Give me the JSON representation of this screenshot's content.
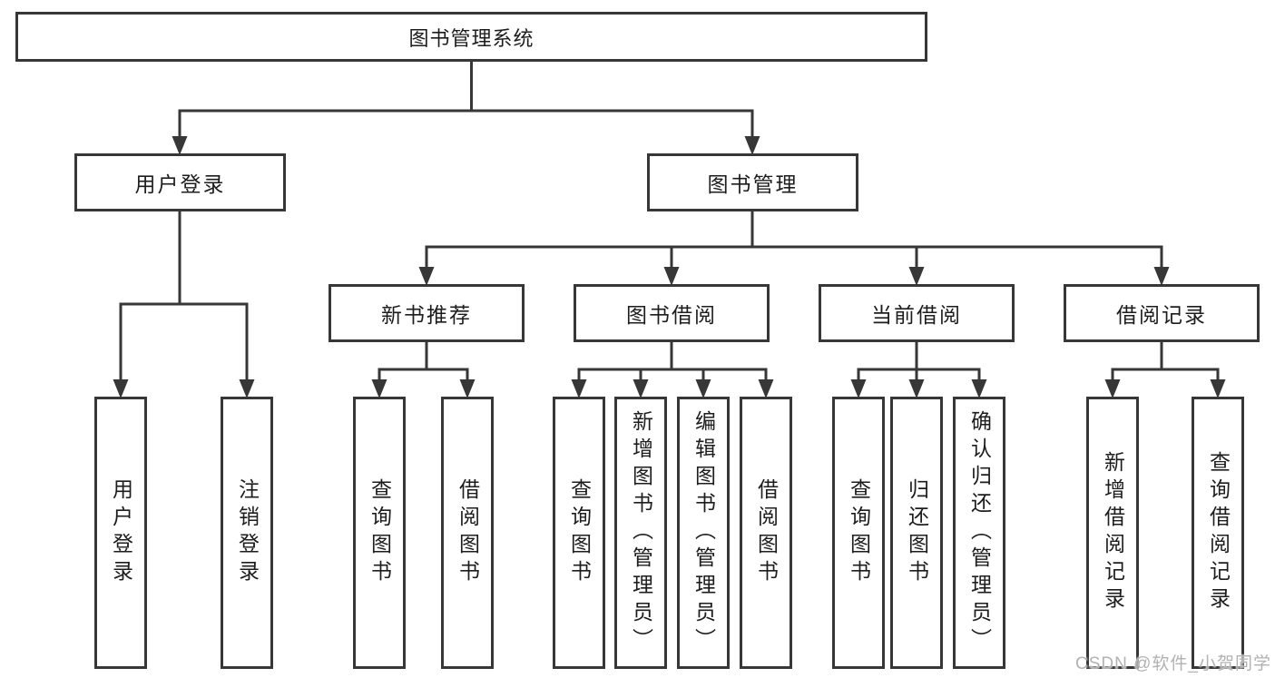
{
  "tree": {
    "label": "图书管理系统",
    "children": [
      {
        "label": "用户登录",
        "children": [
          {
            "label": "用户登录"
          },
          {
            "label": "注销登录"
          }
        ]
      },
      {
        "label": "图书管理",
        "children": [
          {
            "label": "新书推荐",
            "children": [
              {
                "label": "查询图书"
              },
              {
                "label": "借阅图书"
              }
            ]
          },
          {
            "label": "图书借阅",
            "children": [
              {
                "label": "查询图书"
              },
              {
                "label": "新增图书（管理员）"
              },
              {
                "label": "编辑图书（管理员）"
              },
              {
                "label": "借阅图书"
              }
            ]
          },
          {
            "label": "当前借阅",
            "children": [
              {
                "label": "查询图书"
              },
              {
                "label": "归还图书"
              },
              {
                "label": "确认归还（管理员）"
              }
            ]
          },
          {
            "label": "借阅记录",
            "children": [
              {
                "label": "新增借阅记录"
              },
              {
                "label": "查询借阅记录"
              }
            ]
          }
        ]
      }
    ]
  },
  "watermark": {
    "text": "CSDN @软件_小贺同学"
  },
  "colors": {
    "line": "#373737",
    "box_border": "#373737",
    "text": "#1d1d1d",
    "background": "#ffffff",
    "watermark": "#b2b2b2"
  }
}
